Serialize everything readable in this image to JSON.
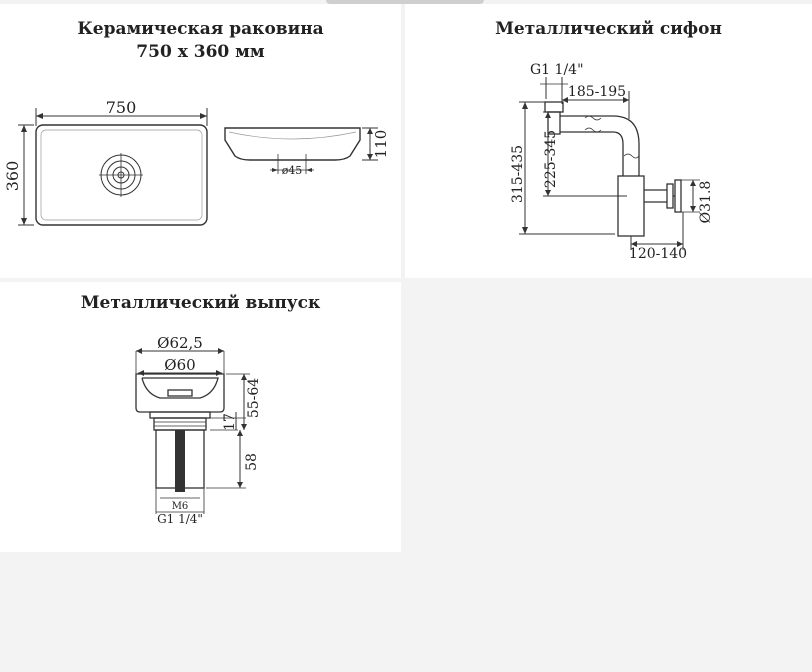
{
  "sink": {
    "title_line1": "Керамическая раковина",
    "title_line2": "750 x 360 мм",
    "dim_width": "750",
    "dim_height": "360",
    "dim_depth": "110",
    "dim_drain": "ø45"
  },
  "siphon": {
    "title": "Металлический сифон",
    "dim_thread": "G1 1/4\"",
    "dim_reach": "185-195",
    "dim_total_height": "315-435",
    "dim_inner_height": "225-345",
    "dim_outlet": "Ø31.8",
    "dim_offset": "120-140"
  },
  "drain": {
    "title": "Металлический выпуск",
    "dim_outer": "Ø62,5",
    "dim_inner": "Ø60",
    "dim_total": "55-64",
    "dim_collar": "17",
    "dim_body": "58",
    "dim_screw": "M6",
    "dim_thread": "G1 1/4\""
  },
  "colors": {
    "panel": "#ffffff",
    "background": "#f3f3f3",
    "line": "#333333"
  }
}
